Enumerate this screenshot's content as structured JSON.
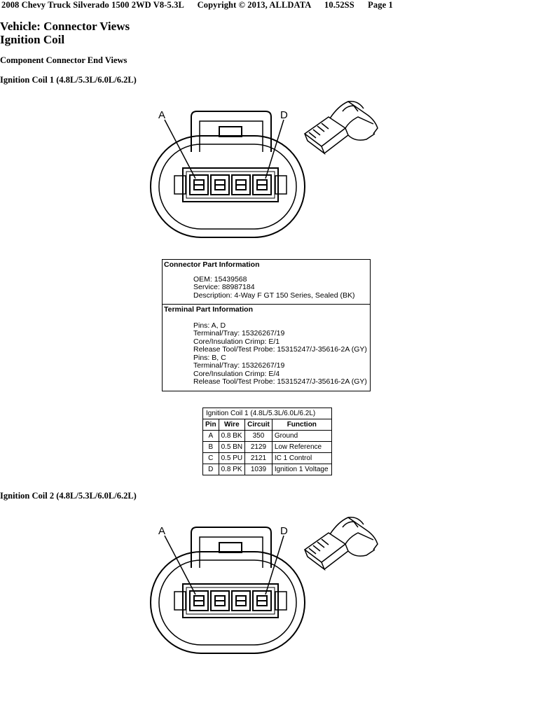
{
  "header": {
    "vehicle": "2008 Chevy Truck Silverado 1500 2WD V8-5.3L",
    "copyright": "Copyright © 2013, ALLDATA",
    "version": "10.52SS",
    "page": "Page 1"
  },
  "title_line1": "Vehicle: Connector Views",
  "title_line2": "Ignition Coil",
  "section": "Component Connector End Views",
  "coil1": {
    "title": "Ignition Coil 1 (4.8L/5.3L/6.0L/6.2L)",
    "diagram": {
      "label_a": "A",
      "label_d": "D"
    }
  },
  "connector_info": {
    "header": "Connector Part Information",
    "lines": [
      "OEM: 15439568",
      "Service: 88987184",
      "Description: 4-Way F GT 150 Series, Sealed (BK)"
    ]
  },
  "terminal_info": {
    "header": "Terminal Part Information",
    "lines": [
      "Pins: A, D",
      "Terminal/Tray: 15326267/19",
      "Core/Insulation Crimp: E/1",
      "Release Tool/Test Probe: 15315247/J-35616-2A (GY)",
      "Pins: B, C",
      "Terminal/Tray: 15326267/19",
      "Core/Insulation Crimp: E/4",
      "Release Tool/Test Probe: 15315247/J-35616-2A (GY)"
    ]
  },
  "pin_table": {
    "caption": "Ignition Coil 1 (4.8L/5.3L/6.0L/6.2L)",
    "columns": [
      "Pin",
      "Wire",
      "Circuit",
      "Function"
    ],
    "rows": [
      [
        "A",
        "0.8 BK",
        "350",
        "Ground"
      ],
      [
        "B",
        "0.5 BN",
        "2129",
        "Low Reference"
      ],
      [
        "C",
        "0.5 PU",
        "2121",
        "IC 1 Control"
      ],
      [
        "D",
        "0.8 PK",
        "1039",
        "Ignition 1 Voltage"
      ]
    ]
  },
  "coil2": {
    "title": "Ignition Coil 2 (4.8L/5.3L/6.0L/6.2L)",
    "diagram": {
      "label_a": "A",
      "label_d": "D"
    }
  }
}
